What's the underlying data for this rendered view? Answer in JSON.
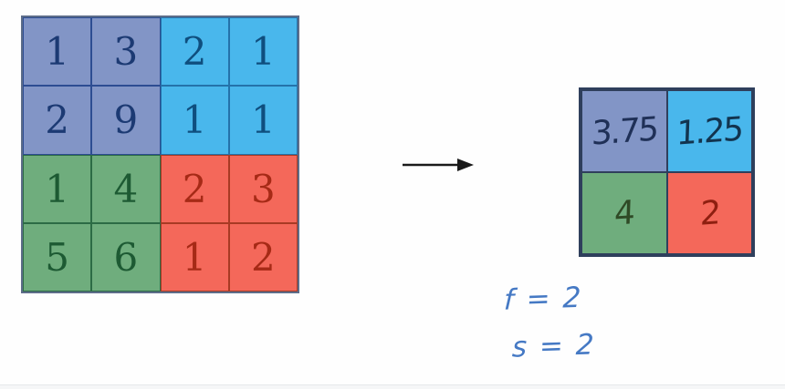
{
  "input_grid": {
    "rows": 4,
    "cols": 4,
    "cells": [
      {
        "value": "1",
        "quadrant": "slate"
      },
      {
        "value": "3",
        "quadrant": "slate"
      },
      {
        "value": "2",
        "quadrant": "cyan"
      },
      {
        "value": "1",
        "quadrant": "cyan"
      },
      {
        "value": "2",
        "quadrant": "slate"
      },
      {
        "value": "9",
        "quadrant": "slate"
      },
      {
        "value": "1",
        "quadrant": "cyan"
      },
      {
        "value": "1",
        "quadrant": "cyan"
      },
      {
        "value": "1",
        "quadrant": "green"
      },
      {
        "value": "4",
        "quadrant": "green"
      },
      {
        "value": "2",
        "quadrant": "red"
      },
      {
        "value": "3",
        "quadrant": "red"
      },
      {
        "value": "5",
        "quadrant": "green"
      },
      {
        "value": "6",
        "quadrant": "green"
      },
      {
        "value": "1",
        "quadrant": "red"
      },
      {
        "value": "2",
        "quadrant": "red"
      }
    ]
  },
  "output_grid": {
    "rows": 2,
    "cols": 2,
    "cells": [
      {
        "value": "3.75",
        "quadrant": "slate",
        "ink": "#1f3057"
      },
      {
        "value": "1.25",
        "quadrant": "cyan",
        "ink": "#12344f"
      },
      {
        "value": "4",
        "quadrant": "green",
        "ink": "#2f4a26"
      },
      {
        "value": "2",
        "quadrant": "red",
        "ink": "#8e1f10"
      }
    ],
    "divider_color": "#2f3f5c"
  },
  "arrow": {
    "direction": "right",
    "color": "#1a1a1a"
  },
  "annotations": {
    "line1": "f = 2",
    "line2": "s = 2",
    "ink": "#4579c4"
  },
  "quadrants": {
    "slate": {
      "bg": "#8295c6",
      "border": "#2d4d92",
      "text": "#1c3a73"
    },
    "cyan": {
      "bg": "#49b7ec",
      "border": "#2472aa",
      "text": "#0f4e7e"
    },
    "green": {
      "bg": "#6fad7d",
      "border": "#2c6b45",
      "text": "#1d5a33"
    },
    "red": {
      "bg": "#f4685a",
      "border": "#a83a24",
      "text": "#a62a16"
    }
  }
}
